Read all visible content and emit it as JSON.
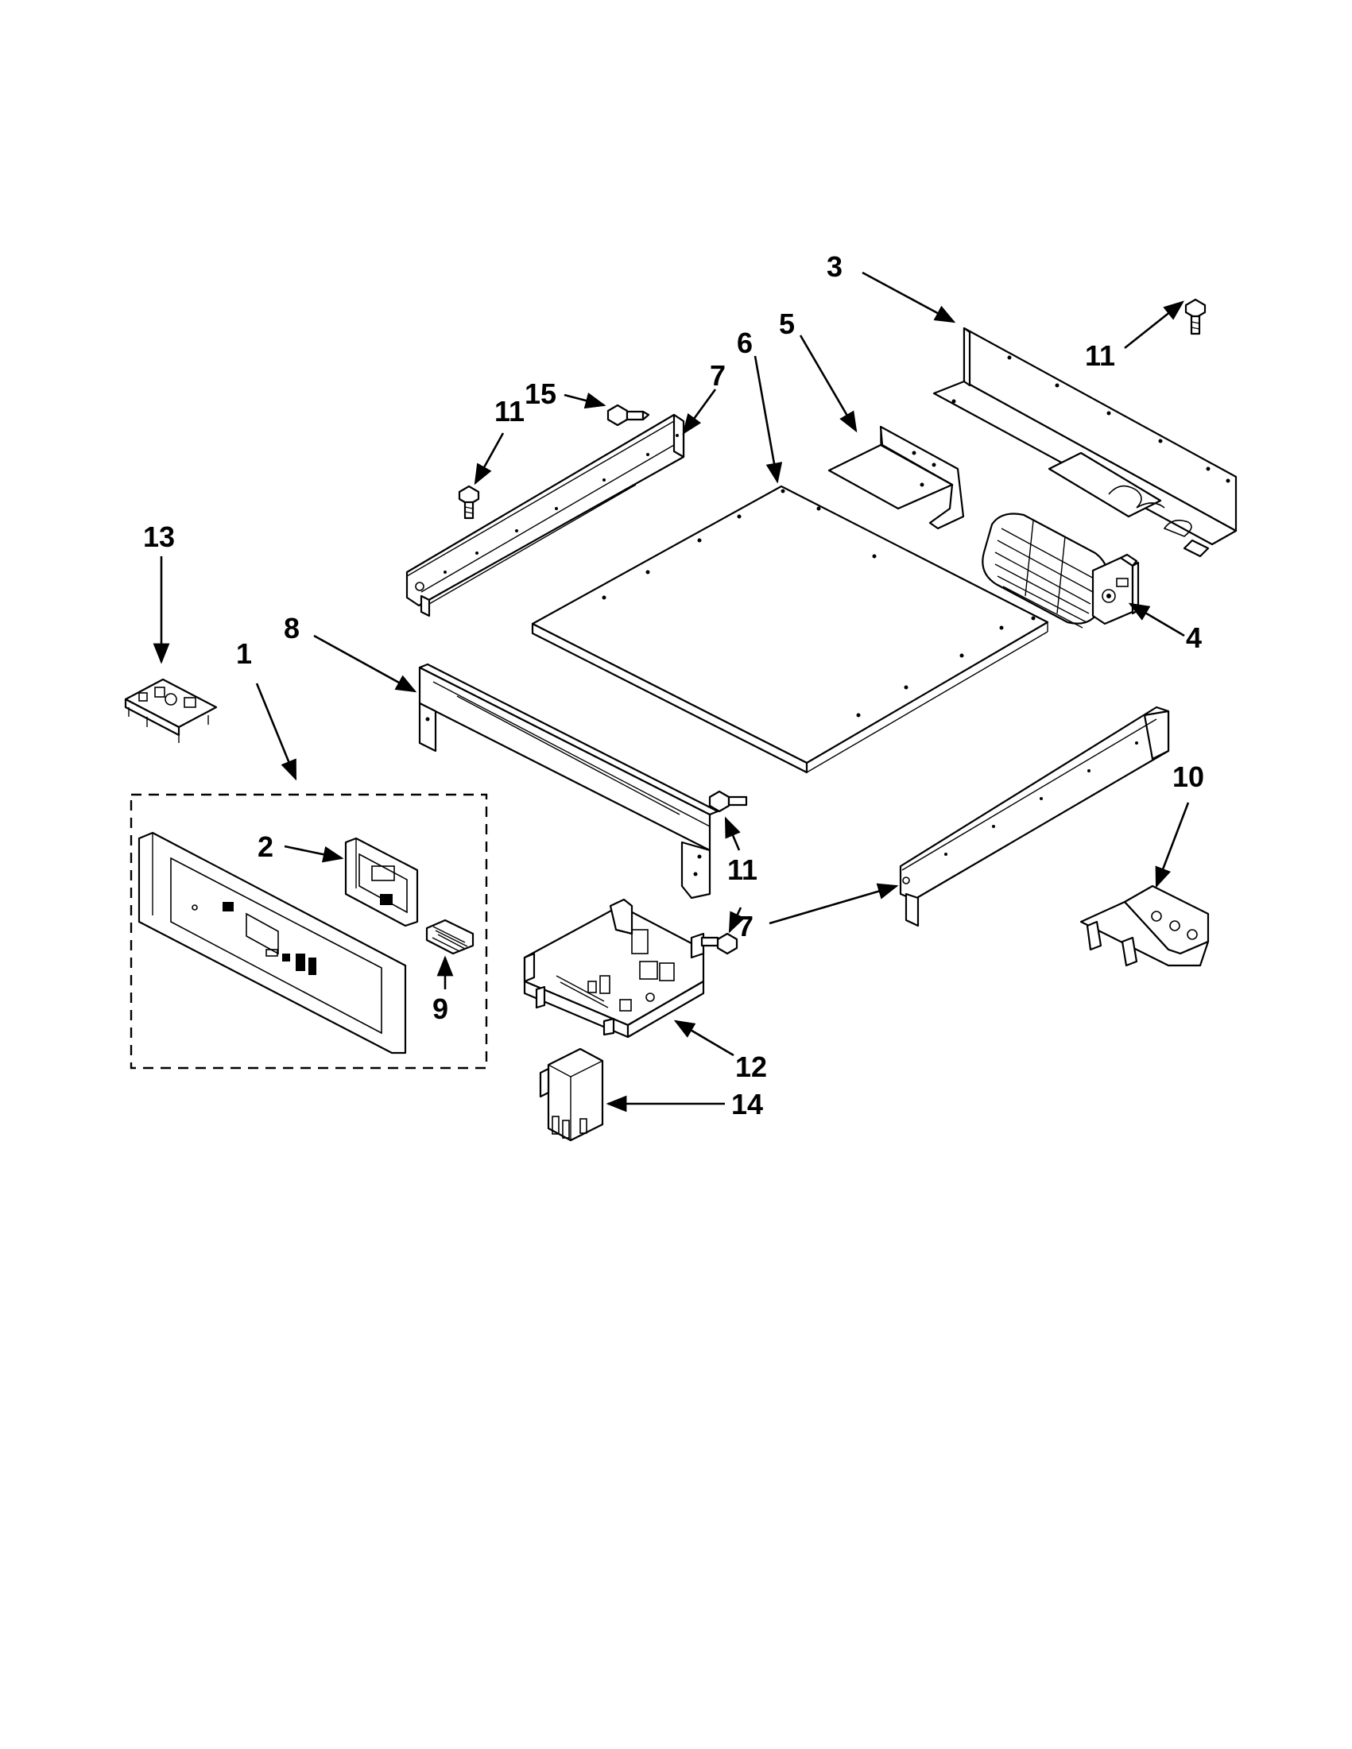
{
  "callouts": [
    {
      "id": "c1",
      "label": "1"
    },
    {
      "id": "c2",
      "label": "2"
    },
    {
      "id": "c3",
      "label": "3"
    },
    {
      "id": "c4",
      "label": "4"
    },
    {
      "id": "c5",
      "label": "5"
    },
    {
      "id": "c6",
      "label": "6"
    },
    {
      "id": "c7a",
      "label": "7"
    },
    {
      "id": "c7b",
      "label": "7"
    },
    {
      "id": "c8",
      "label": "8"
    },
    {
      "id": "c9",
      "label": "9"
    },
    {
      "id": "c10",
      "label": "10"
    },
    {
      "id": "c11a",
      "label": "11"
    },
    {
      "id": "c11b",
      "label": "11"
    },
    {
      "id": "c11c",
      "label": "11"
    },
    {
      "id": "c12",
      "label": "12"
    },
    {
      "id": "c13",
      "label": "13"
    },
    {
      "id": "c14",
      "label": "14"
    },
    {
      "id": "c15",
      "label": "15"
    }
  ]
}
